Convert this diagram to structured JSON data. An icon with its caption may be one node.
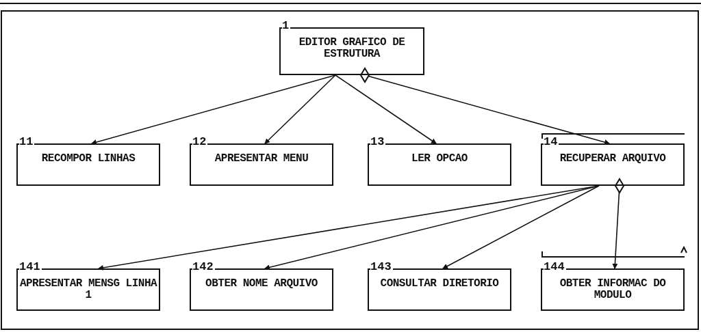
{
  "diagram": {
    "nodes": [
      {
        "text": [
          "1",
          "EDITOR GRAFICO DE ESTRUTURA"
        ]
      },
      {
        "text": [
          "11",
          "RECOMPOR LINHAS"
        ]
      },
      {
        "text": [
          "12",
          "APRESENTAR MENU"
        ]
      },
      {
        "text": [
          "13",
          "LER OPCAO"
        ]
      },
      {
        "text": [
          "14",
          "RECUPERAR ARQUIVO"
        ]
      },
      {
        "text": [
          "141",
          "APRESENTAR MENSG LINHA 1"
        ]
      },
      {
        "text": [
          "142",
          "OBTER NOME ARQUIVO"
        ]
      },
      {
        "text": [
          "143",
          "CONSULTAR DIRETORIO"
        ]
      },
      {
        "text": [
          "144",
          "OBTER INFORMAC DO MODULO"
        ]
      }
    ],
    "edges": [
      {
        "from": 0,
        "to": 1,
        "arrow": "to"
      },
      {
        "from": 0,
        "to": 2,
        "arrow": "to"
      },
      {
        "from": 0,
        "to": 3,
        "arrow": "to"
      },
      {
        "from": 0,
        "to": 4,
        "arrow": "to"
      },
      {
        "from": 4,
        "to": 5,
        "arrow": "to"
      },
      {
        "from": 4,
        "to": 6,
        "arrow": "to"
      },
      {
        "from": 4,
        "to": 7,
        "arrow": "to"
      },
      {
        "from": 4,
        "to": 8,
        "arrow": "to"
      }
    ]
  }
}
